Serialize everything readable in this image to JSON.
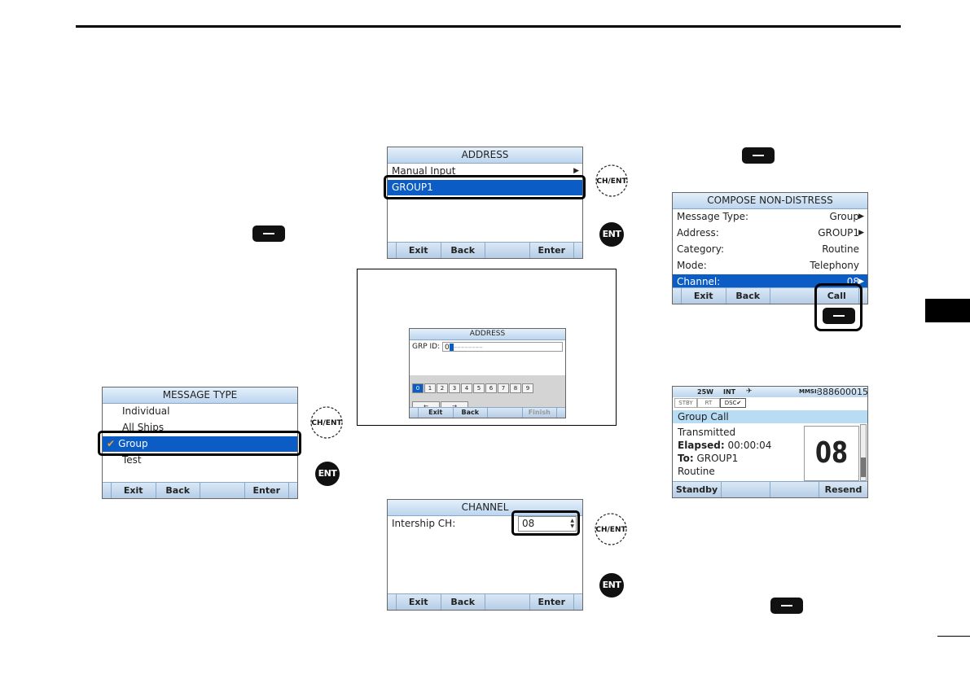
{
  "address_screen": {
    "title": "ADDRESS",
    "items": [
      "Manual Input",
      "GROUP1"
    ],
    "softkeys": [
      "Exit",
      "Back",
      "",
      "Enter"
    ]
  },
  "compose_screen": {
    "title": "COMPOSE NON-DISTRESS",
    "rows": [
      {
        "label": "Message Type:",
        "value": "Group"
      },
      {
        "label": "Address:",
        "value": "GROUP1"
      },
      {
        "label": "Category:",
        "value": "Routine"
      },
      {
        "label": "Mode:",
        "value": "Telephony"
      },
      {
        "label": "Channel:",
        "value": "08"
      }
    ],
    "softkeys": [
      "Exit",
      "Back",
      "",
      "Call"
    ]
  },
  "grp_screen": {
    "title": "ADDRESS",
    "label": "GRP ID:",
    "value": "0",
    "keys": [
      "0",
      "1",
      "2",
      "3",
      "4",
      "5",
      "6",
      "7",
      "8",
      "9"
    ],
    "arrows": [
      "←",
      "→"
    ],
    "softkeys": [
      "Exit",
      "Back",
      "",
      "Finish"
    ]
  },
  "message_type_screen": {
    "title": "MESSAGE TYPE",
    "items": [
      "Individual",
      "All Ships",
      "Group",
      "Test"
    ],
    "softkeys": [
      "Exit",
      "Back",
      "",
      "Enter"
    ]
  },
  "channel_screen": {
    "title": "CHANNEL",
    "label": "Intership CH:",
    "value": "08",
    "softkeys": [
      "Exit",
      "Back",
      "",
      "Enter"
    ]
  },
  "status_screen": {
    "power": "25W",
    "int": "INT",
    "mmsi_label": "MMSI:",
    "mmsi": "388600015",
    "tabs": [
      "STBY",
      "RT",
      "DSC✔"
    ],
    "header": "Group Call",
    "line1": "Transmitted",
    "elapsed_label": "Elapsed:",
    "elapsed": "00:00:04",
    "to_label": "To:",
    "to": "GROUP1",
    "category": "Routine",
    "channel": "08",
    "softkeys": [
      "Standby",
      "",
      "",
      "Resend"
    ]
  },
  "buttons": {
    "ch_ent": "CH/ENT",
    "ent": "ENT"
  }
}
